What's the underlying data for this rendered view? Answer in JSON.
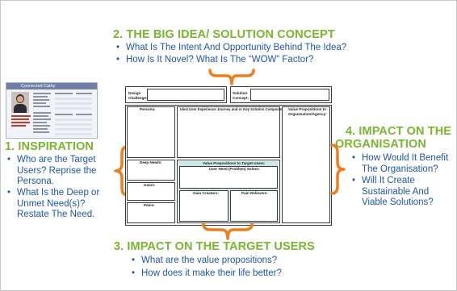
{
  "big_idea": {
    "heading": "2. THE BIG IDEA/ SOLUTION CONCEPT",
    "bullets": [
      "What Is The Intent And Opportunity Behind The Idea?",
      "How Is It Novel? What Is The “WOW” Factor?"
    ]
  },
  "inspiration": {
    "heading": "1. INSPIRATION",
    "bullets": [
      "Who are the Target Users? Reprise the Persona.",
      "What Is the Deep or Unmet Need(s)? Restate The Need."
    ]
  },
  "impact_org": {
    "heading_line1": "4. IMPACT ON THE",
    "heading_line2": "ORGANISATION",
    "bullets": [
      "How Would It Benefit The Organisation?",
      "Will It Create Sustainable And Viable Solutions?"
    ]
  },
  "impact_users": {
    "heading": "3. IMPACT ON THE TARGET USERS",
    "bullets": [
      "What are the value propositions?",
      "How does it make their life better?"
    ]
  },
  "persona_card": {
    "title": "Connected Cathy"
  },
  "canvas": {
    "design_challenge": "Design Challenge:",
    "solution_concept": "Solution Concept:",
    "persona": "Persona:",
    "deep_needs": "Deep Needs:",
    "gains": "Gains:",
    "pains": "Pains:",
    "journey": "Ideal User Experience Journey and or Key Solution Components:",
    "value_org": "Value Propositions to Organisation/Agency:",
    "value_users": "Value Propositions to Target Users:",
    "user_need": "User Need (Problem) Solves:",
    "gain_creators": "Gain Creators:",
    "pain_relievers": "Pain Relievers:"
  },
  "colors": {
    "heading_green": "#7ab530",
    "bullet_blue": "#1f56a8",
    "brace_orange": "#f07d1a",
    "highlight_cyan": "#cde6ea"
  }
}
